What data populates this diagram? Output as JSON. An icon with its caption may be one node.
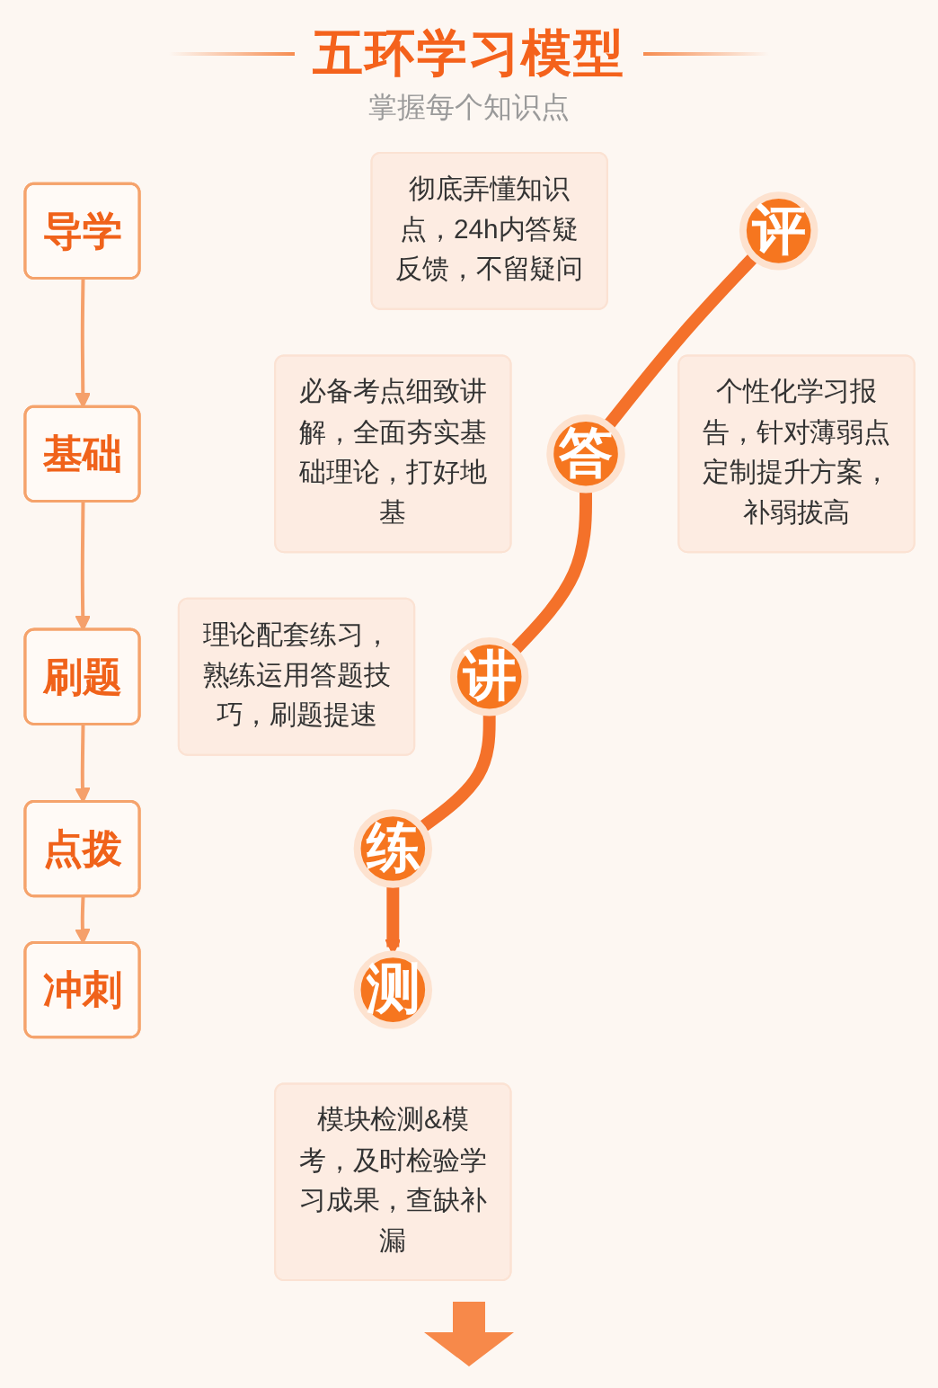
{
  "diagram": {
    "title": "五环学习模型",
    "nodes": [
      {
        "text": [
          "必备考点细致讲解，全面夯实基础理论，打好地基"
        ]
      },
      {
        "text": [
          "彻底弄懂知识点，24h内答疑反馈，不留疑问"
        ]
      },
      {
        "text": [
          "讲"
        ]
      },
      {
        "text": [
          "理论配套练习，熟练运用答题技巧，刷题提速"
        ]
      },
      {
        "text": [
          "答"
        ]
      },
      {
        "text": [
          "导学"
        ]
      },
      {
        "text": [
          "基础"
        ]
      },
      {
        "text": [
          "刷题"
        ]
      },
      {
        "text": [
          "练"
        ]
      },
      {
        "text": [
          "点拨"
        ]
      },
      {
        "text": [
          "冲刺"
        ]
      },
      {
        "text": [
          "评"
        ]
      },
      {
        "text": [
          "测"
        ]
      },
      {
        "text": [
          "个性化学习报告，针对薄弱点定制提升方案，补弱拔高"
        ]
      },
      {
        "text": [
          "模块检测&模考，及时检验学习成果，查缺补漏"
        ]
      }
    ],
    "edges": [
      {
        "from": 5,
        "to": 6,
        "arrow": "to"
      },
      {
        "from": 6,
        "to": 7,
        "arrow": "to"
      },
      {
        "from": 7,
        "to": 9,
        "arrow": "to"
      },
      {
        "from": 9,
        "to": 10,
        "arrow": "to"
      },
      {
        "from": 11,
        "to": 4,
        "arrow": "none",
        "style": "thick",
        "color": "#f4712a"
      },
      {
        "from": 4,
        "to": 2,
        "arrow": "none",
        "style": "thick",
        "color": "#f4712a"
      },
      {
        "from": 2,
        "to": 8,
        "arrow": "none",
        "style": "thick",
        "color": "#f4712a"
      },
      {
        "from": 8,
        "to": 12,
        "arrow": "to",
        "style": "thick",
        "color": "#f4712a"
      }
    ],
    "labels": [
      "掌握每个知识点"
    ]
  }
}
